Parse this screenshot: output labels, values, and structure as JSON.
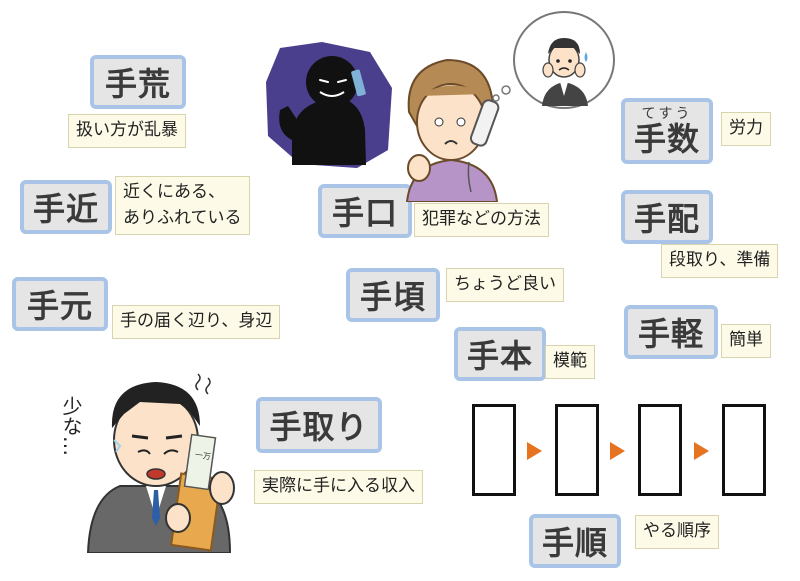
{
  "terms": {
    "tearai": {
      "term": "手荒",
      "meaning": "扱い方が乱暴"
    },
    "tejika": {
      "term": "手近",
      "meaning_line1": "近くにある、",
      "meaning_line2": "ありふれている"
    },
    "temoto": {
      "term": "手元",
      "meaning": "手の届く辺り、身辺"
    },
    "teguchi": {
      "term": "手口",
      "meaning": "犯罪などの方法"
    },
    "tegoro": {
      "term": "手頃",
      "meaning": "ちょうど良い"
    },
    "tehon": {
      "term": "手本",
      "meaning": "模範"
    },
    "tedori": {
      "term": "手取り",
      "meaning": "実際に手に入る収入"
    },
    "tejun": {
      "term": "手順",
      "meaning": "やる順序"
    },
    "tesuu": {
      "term": "手数",
      "reading": "てすう",
      "meaning": "労力"
    },
    "tehai": {
      "term": "手配",
      "meaning": "段取り、準備"
    },
    "tegaru": {
      "term": "手軽",
      "meaning": "簡単"
    }
  },
  "illustration": {
    "man_exclamation": "少な…",
    "envelope_note": "一万",
    "icons": [
      "criminal-silhouette",
      "elderly-woman-phone",
      "worried-son-thought-bubble",
      "businessman-salary-envelope"
    ]
  },
  "colors": {
    "term_border": "#a9c4e6",
    "term_fill": "#e5e5e5",
    "definition_fill": "#fdfbe8",
    "sequence_arrow": "#e5731f",
    "criminal_aura": "#4a3f8c"
  }
}
